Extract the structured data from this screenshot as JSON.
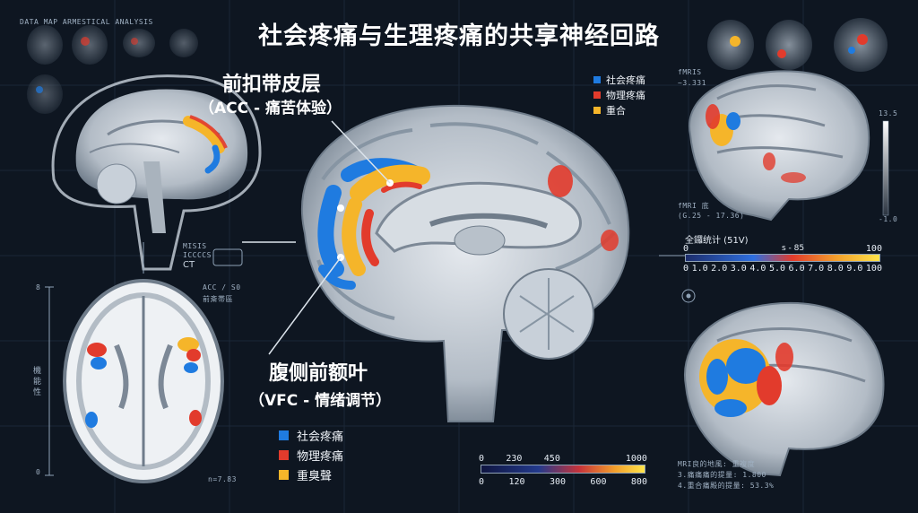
{
  "title": "社会疼痛与生理疼痛的共享神经回路",
  "corner_caption": "DATA MAP ARMESTICAL ANALYSIS",
  "callouts": {
    "acc_title": "前扣带皮层",
    "acc_sub": "（ACC - 痛苦体验）",
    "vfc_title": "腹侧前额叶",
    "vfc_sub": "（VFC - 情绪调节）"
  },
  "legend_center": [
    {
      "label": "社会疼痛",
      "color": "#1f7be0"
    },
    {
      "label": "物理疼痛",
      "color": "#e23b2c"
    },
    {
      "label": "重臭聲",
      "color": "#f5b52a"
    }
  ],
  "legend_top": [
    {
      "label": "社会疼痛",
      "color": "#1f7be0"
    },
    {
      "label": "物理疼痛",
      "color": "#e23b2c"
    },
    {
      "label": "重合",
      "color": "#f5b52a"
    }
  ],
  "colors": {
    "social": "#1f7be0",
    "physical": "#e23b2c",
    "overlap": "#f5b52a",
    "background": "#0e1621"
  },
  "annotations": {
    "fmris": "fMRIS",
    "fmris_val": "~3.331",
    "top_bar_max": "13.5",
    "top_bar_min": "-1.0",
    "fmri_dist": "fMRI 底",
    "fmri_range": "(G.25 - 17.36)",
    "stat_title": "全鑼统计 (51V)",
    "stat_mid": "s - 85",
    "acc_note_1": "ACC / S0",
    "acc_note_2": "前斎帯區",
    "left_small_1": "MISIS",
    "left_small_2": "ICCCCS",
    "left_ct": "CT",
    "left_axis_top": "8",
    "left_axis_bottom": "0",
    "left_axis_label": "機\n能\n性",
    "n_value": "n=7.83",
    "br_line1": "MRI良的地風: 重複度",
    "br_line2": "3.痛痛痛的提量: 1.800",
    "br_line3": "4.重合痛殿的提量: 53.3%"
  },
  "scale_right": {
    "top": [
      "0",
      "",
      "",
      "",
      "",
      "",
      "",
      "",
      "100"
    ],
    "bottom": [
      "0",
      "1.0",
      "2.0",
      "3.0",
      "4.0",
      "5.0",
      "6.0",
      "7.0",
      "8.0",
      "9.0",
      "100"
    ]
  },
  "scale_bottom": {
    "top": [
      "0",
      "230",
      "450",
      "",
      "",
      "1000"
    ],
    "bottom": [
      "0",
      "120",
      "300",
      "600",
      "800"
    ]
  }
}
